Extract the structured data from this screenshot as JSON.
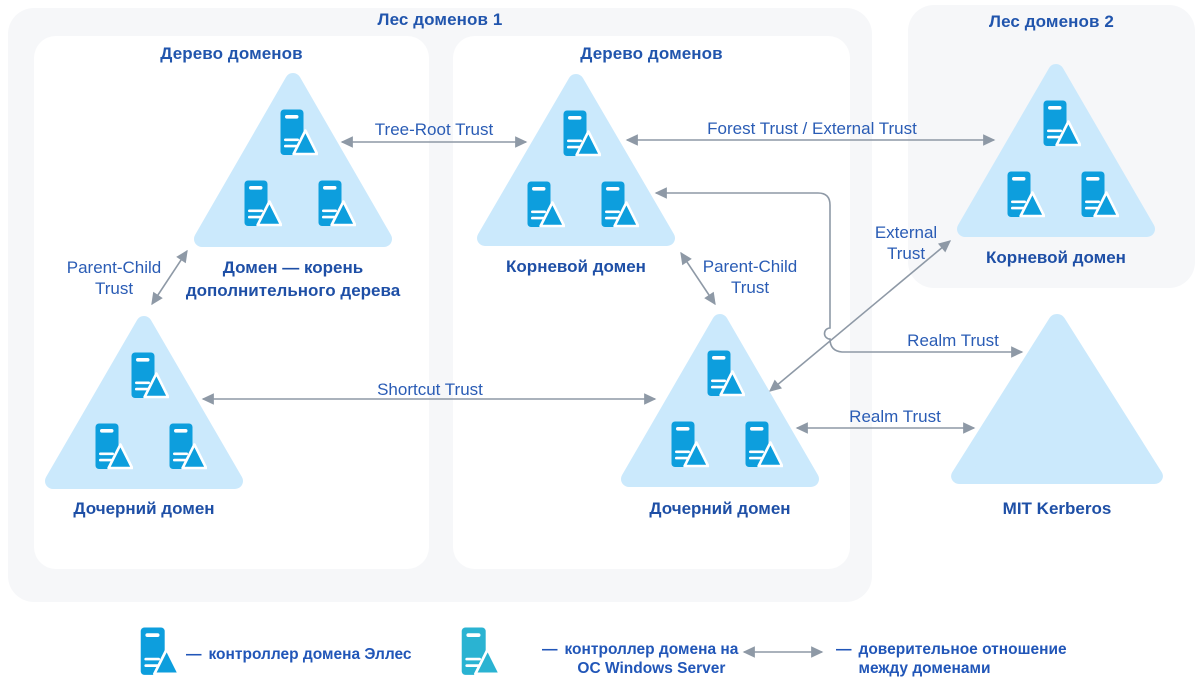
{
  "forest1": {
    "title": "Лес доменов 1",
    "tree1_title": "Дерево доменов",
    "tree2_title": "Дерево доменов"
  },
  "forest2": {
    "title": "Лес доменов 2"
  },
  "domains": {
    "tree1_root": "Домен — корень\nдополнительного дерева",
    "tree1_child": "Дочерний домен",
    "tree2_root": "Корневой домен",
    "tree2_child": "Дочерний домен",
    "forest2_root": "Корневой домен",
    "kerberos": "MIT Kerberos"
  },
  "trusts": {
    "tree_root": "Tree-Root Trust",
    "forest": "Forest Trust / External Trust",
    "parent_child": "Parent-Child\nTrust",
    "shortcut": "Shortcut Trust",
    "external": "External\nTrust",
    "realm": "Realm Trust"
  },
  "legend": {
    "items": [
      {
        "dash": "—",
        "line1": "контроллер домена Эллес",
        "line2": ""
      },
      {
        "dash": "—",
        "line1": "контроллер домена на",
        "line2": "ОС Windows Server"
      },
      {
        "dash": "—",
        "line1": "доверительное отношение",
        "line2": "между доменами"
      }
    ]
  },
  "icons": {
    "domain_controller_elles": "server-with-triangle-icon-blue",
    "domain_controller_windows": "server-with-triangle-icon-teal",
    "trust_arrow": "double-headed-arrow"
  },
  "colors": {
    "triangle_fill": "#cbe9fc",
    "controller_blue": "#0d9edd",
    "controller_teal": "#2ab3d2",
    "arrow_gray": "#8e99a6",
    "label_blue": "#2155ad",
    "box_gray": "#f6f7f9"
  }
}
